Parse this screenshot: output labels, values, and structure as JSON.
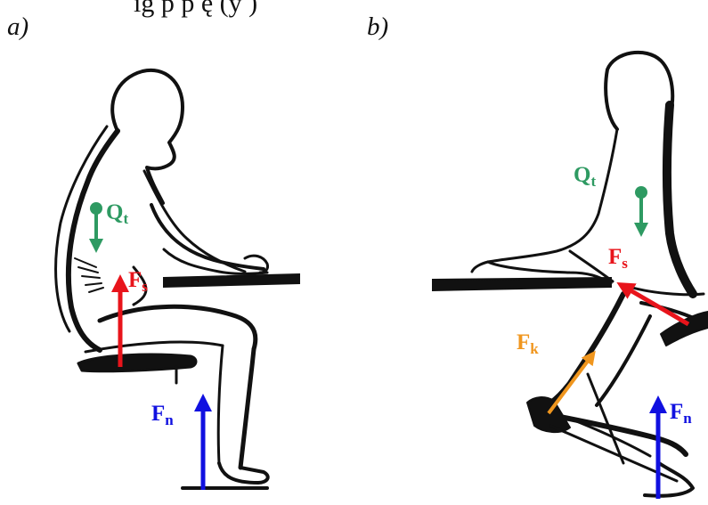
{
  "header_fragment": "ig    p  p   ę   (y )",
  "panels": {
    "a": {
      "label": "a)"
    },
    "b": {
      "label": "b)"
    }
  },
  "forces": {
    "a": {
      "Qt": {
        "letter": "Q",
        "sub": "t",
        "color": "#2e9a62"
      },
      "Fs": {
        "letter": "F",
        "sub": "s",
        "color": "#e8141b"
      },
      "Fn": {
        "letter": "F",
        "sub": "n",
        "color": "#1010e0"
      }
    },
    "b": {
      "Qt": {
        "letter": "Q",
        "sub": "t",
        "color": "#2e9a62"
      },
      "Fs": {
        "letter": "F",
        "sub": "s",
        "color": "#e8141b"
      },
      "Fk": {
        "letter": "F",
        "sub": "k",
        "color": "#f0961e"
      },
      "Fn": {
        "letter": "F",
        "sub": "n",
        "color": "#1010e0"
      }
    }
  }
}
